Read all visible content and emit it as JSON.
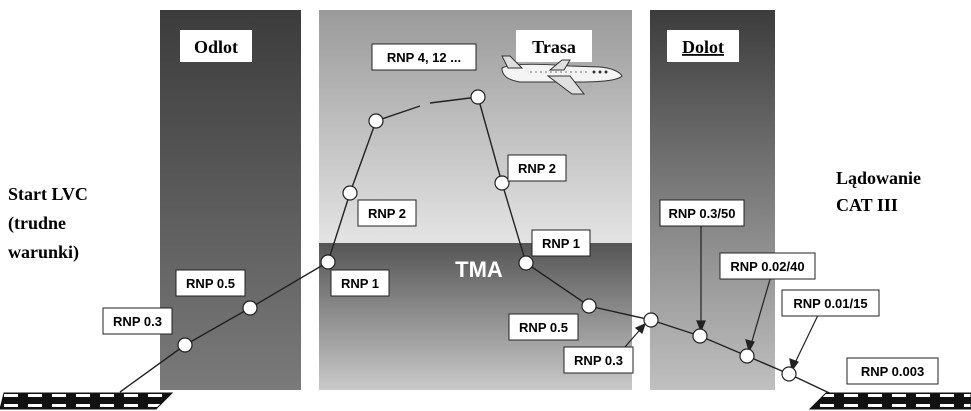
{
  "phases": {
    "departure": "Odlot",
    "enroute": "Trasa",
    "arrival": "Dolot"
  },
  "start_label": {
    "line1": "Start LVC",
    "line2": "(trudne",
    "line3": "warunki)"
  },
  "landing_label": {
    "line1": "Lądowanie",
    "line2": "CAT III"
  },
  "tma_label": "TMA",
  "rnp_labels": {
    "dep_low": "RNP 0.3",
    "dep_mid": "RNP 0.5",
    "tma_entry": "RNP 1",
    "climb": "RNP 2",
    "cruise": "RNP 4, 12 ...",
    "descent": "RNP 2",
    "tma_exit": "RNP 1",
    "approach_a": "RNP 0.5",
    "approach_b": "RNP 0.3",
    "approach_c": "RNP 0.3/50",
    "approach_d": "RNP 0.02/40",
    "approach_e": "RNP 0.01/15",
    "final": "RNP 0.003"
  },
  "icons": {
    "aircraft": "airplane-icon",
    "runway": "runway-icon",
    "waypoint": "waypoint-circle"
  },
  "colors": {
    "band_dark": "#474747",
    "band_light": "#d0d0d0",
    "tma_band": "#6a6a6a",
    "path_line": "#222222",
    "label_bg": "#ffffff"
  }
}
